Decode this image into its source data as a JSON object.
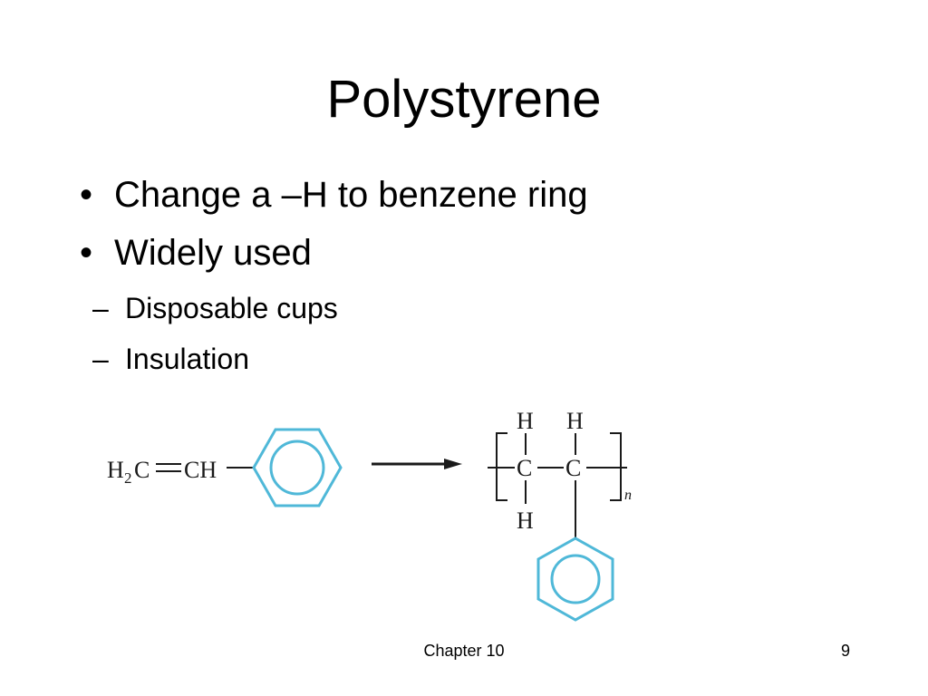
{
  "slide": {
    "title": "Polystyrene",
    "bullets": [
      {
        "text": "Change a –H to benzene ring",
        "subs": []
      },
      {
        "text": "Widely used",
        "subs": [
          "Disposable cups",
          "Insulation"
        ]
      }
    ],
    "bullet_glyph": "•",
    "sub_glyph": "–"
  },
  "diagram": {
    "monomer_label_h2c": "H",
    "monomer_sub2": "2",
    "monomer_c": "C",
    "monomer_eq": "=",
    "monomer_ch": "CH",
    "polymer_h": "H",
    "polymer_c": "C",
    "polymer_n": "n",
    "ring_color": "#4fb8d8",
    "line_color": "#1a1a1a"
  },
  "footer": {
    "chapter": "Chapter 10",
    "page": "9"
  }
}
